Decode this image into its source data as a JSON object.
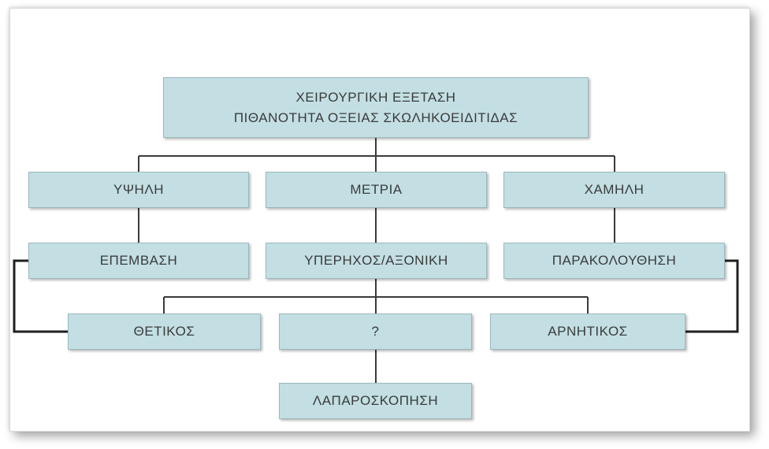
{
  "diagram": {
    "root": {
      "line1": "ΧΕΙΡΟΥΡΓΙΚΗ ΕΞΕΤΑΣΗ",
      "line2": "ΠΙΘΑΝΟΤΗΤΑ ΟΞΕΙΑΣ ΣΚΩΛΗΚΟΕΙΔΙΤΙΔΑΣ"
    },
    "probability": {
      "high": "ΥΨΗΛΗ",
      "medium": "ΜΕΤΡΙΑ",
      "low": "ΧΑΜΗΛΗ"
    },
    "action": {
      "surgery": "ΕΠΕΜΒΑΣΗ",
      "imaging": "ΥΠΕΡΗΧΟΣ/ΑΞΟΝΙΚΗ",
      "observation": "ΠΑΡΑΚΟΛΟΥΘΗΣΗ"
    },
    "result": {
      "positive": "ΘΕΤΙΚΟΣ",
      "unknown": "?",
      "negative": "ΑΡΝΗΤΙΚΟΣ"
    },
    "final": {
      "laparoscopy": "ΛΑΠΑΡΟΣΚΟΠΗΣΗ"
    },
    "colors": {
      "box_fill": "#c3dfe3",
      "line": "#3a3a3a",
      "text": "#3b3b3b"
    }
  }
}
